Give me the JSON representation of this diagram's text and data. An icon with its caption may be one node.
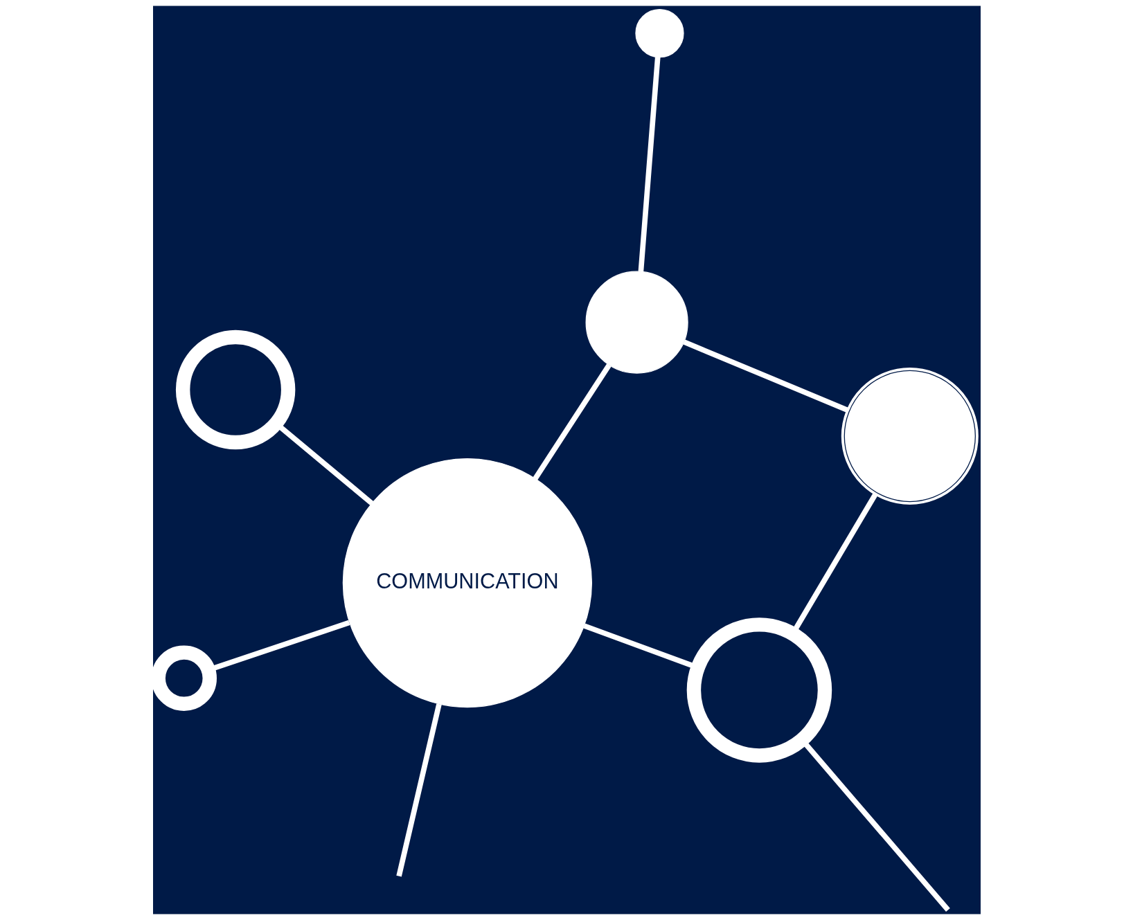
{
  "diagram": {
    "nodes": [
      {
        "text": [],
        "shape": "circle"
      },
      {
        "text": [],
        "shape": "circle"
      },
      {
        "text": [],
        "shape": "circle"
      },
      {
        "text": [],
        "shape": "circle"
      },
      {
        "text": [
          "COMMUNICATION"
        ]
      },
      {
        "text": [],
        "shape": "circle"
      },
      {
        "text": [],
        "shape": "circle"
      }
    ],
    "edges": [
      {
        "from": 0,
        "to": 4,
        "arrow": "none"
      },
      {
        "from": null,
        "to": 2,
        "arrow": "none"
      },
      {
        "from": 2,
        "to": 4,
        "arrow": "none"
      },
      {
        "from": 2,
        "to": 5,
        "arrow": "none"
      },
      {
        "from": 1,
        "to": 3,
        "arrow": "none"
      },
      {
        "from": 3,
        "to": 4,
        "arrow": "none"
      },
      {
        "from": 3,
        "to": 5,
        "arrow": "none"
      },
      {
        "from": null,
        "to": 4,
        "arrow": "none"
      },
      {
        "from": 4,
        "to": 6,
        "arrow": "none"
      }
    ]
  }
}
